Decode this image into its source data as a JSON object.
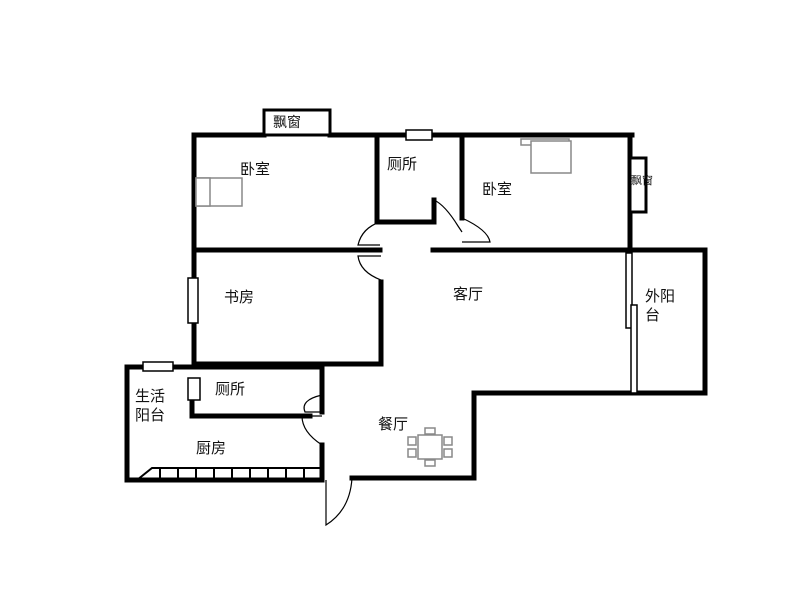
{
  "floorplan": {
    "rooms": {
      "bedroom_left": {
        "label": "卧室"
      },
      "toilet_top": {
        "label": "厕所"
      },
      "bedroom_right": {
        "label": "卧室"
      },
      "study": {
        "label": "书房"
      },
      "living_room": {
        "label": "客厅"
      },
      "outer_balcony": {
        "label": "外阳台"
      },
      "utility_balcony": {
        "label": "生活阳台"
      },
      "toilet_bottom": {
        "label": "厕所"
      },
      "kitchen": {
        "label": "厨房"
      },
      "dining_room": {
        "label": "餐厅"
      }
    },
    "bay_windows": {
      "top": {
        "label": "飘窗"
      },
      "right": {
        "label": "飘窗"
      }
    },
    "colors": {
      "wall": "#000000",
      "furniture": "#888888",
      "background": "#ffffff"
    }
  }
}
